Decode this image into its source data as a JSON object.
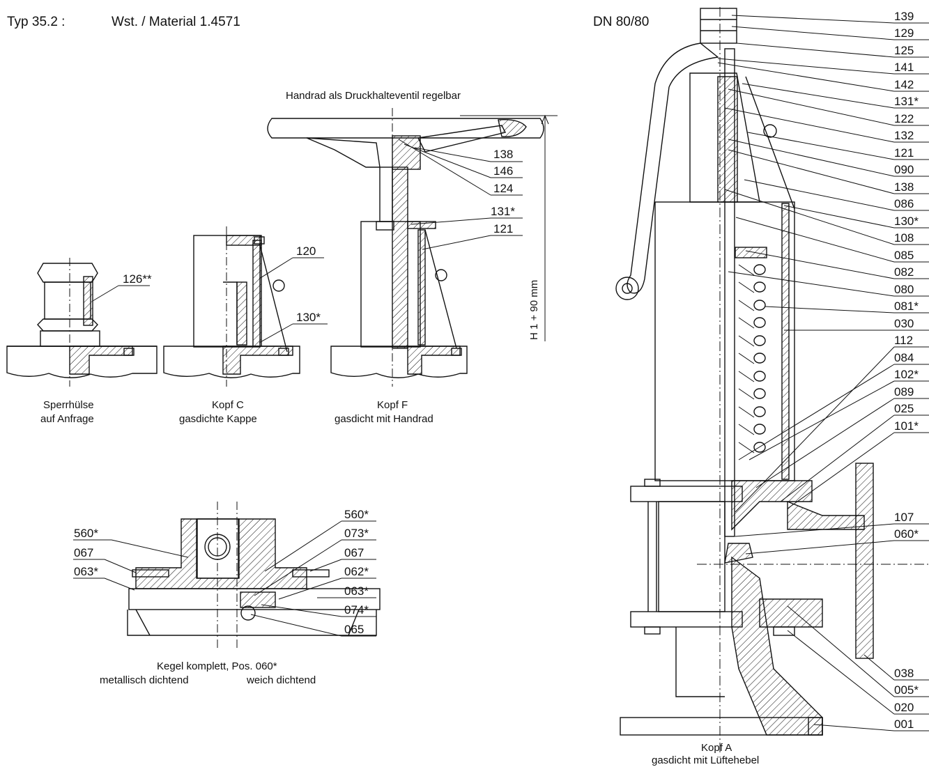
{
  "header": {
    "typ": "Typ 35.2 :",
    "material": "Wst. / Material  1.4571",
    "dn": "DN 80/80"
  },
  "captions": {
    "handrad": "Handrad als Druckhalteventil regelbar",
    "sperrhuelse_1": "Sperrhülse",
    "sperrhuelse_2": "auf Anfrage",
    "kopf_c_1": "Kopf C",
    "kopf_c_2": "gasdichte Kappe",
    "kopf_f_1": "Kopf F",
    "kopf_f_2": "gasdicht mit Handrad",
    "kegel_1": "Kegel komplett, Pos. 060*",
    "kegel_metall": "metallisch dichtend",
    "kegel_weich": "weich dichtend",
    "kopf_a_1": "Kopf A",
    "kopf_a_2": "gasdicht mit Lüftehebel",
    "dimension": "H 1  +  90 mm"
  },
  "detail_labels": {
    "sperr": [
      "126**"
    ],
    "kopf_c": [
      "120",
      "130*"
    ],
    "kopf_f": [
      "138",
      "146",
      "124",
      "131*",
      "121"
    ],
    "kegel_left": [
      "560*",
      "067",
      "063*"
    ],
    "kegel_right": [
      "560*",
      "073*",
      "067",
      "062*",
      "063*",
      "074*",
      "065"
    ]
  },
  "parts_right": [
    "139",
    "129",
    "125",
    "141",
    "142",
    "131*",
    "122",
    "132",
    "121",
    "090",
    "138",
    "086",
    "130*",
    "108",
    "085",
    "082",
    "080",
    "081*",
    "030",
    "112",
    "084",
    "102*",
    "089",
    "025",
    "101*",
    "107",
    "060*",
    "038",
    "005*",
    "020",
    "001"
  ]
}
